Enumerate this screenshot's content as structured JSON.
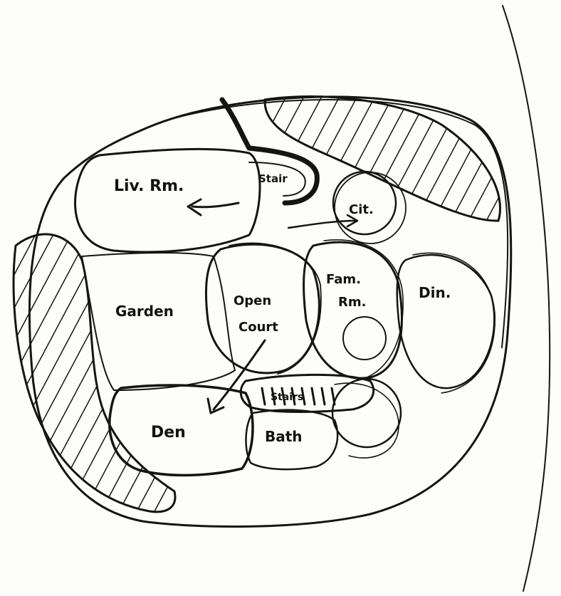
{
  "colors": {
    "ink": "#141414",
    "paper": "#fdfdfb"
  },
  "labels": {
    "living_room": "Liv. Rm.",
    "stair_upper": "Stair",
    "kitchen": "Cit.",
    "garden": "Garden",
    "open_court_line1": "Open",
    "open_court_line2": "Court",
    "family_room_line1": "Fam.",
    "family_room_line2": "Rm.",
    "dining": "Din.",
    "stair_lower": "Stairs",
    "den": "Den",
    "bath": "Bath"
  }
}
